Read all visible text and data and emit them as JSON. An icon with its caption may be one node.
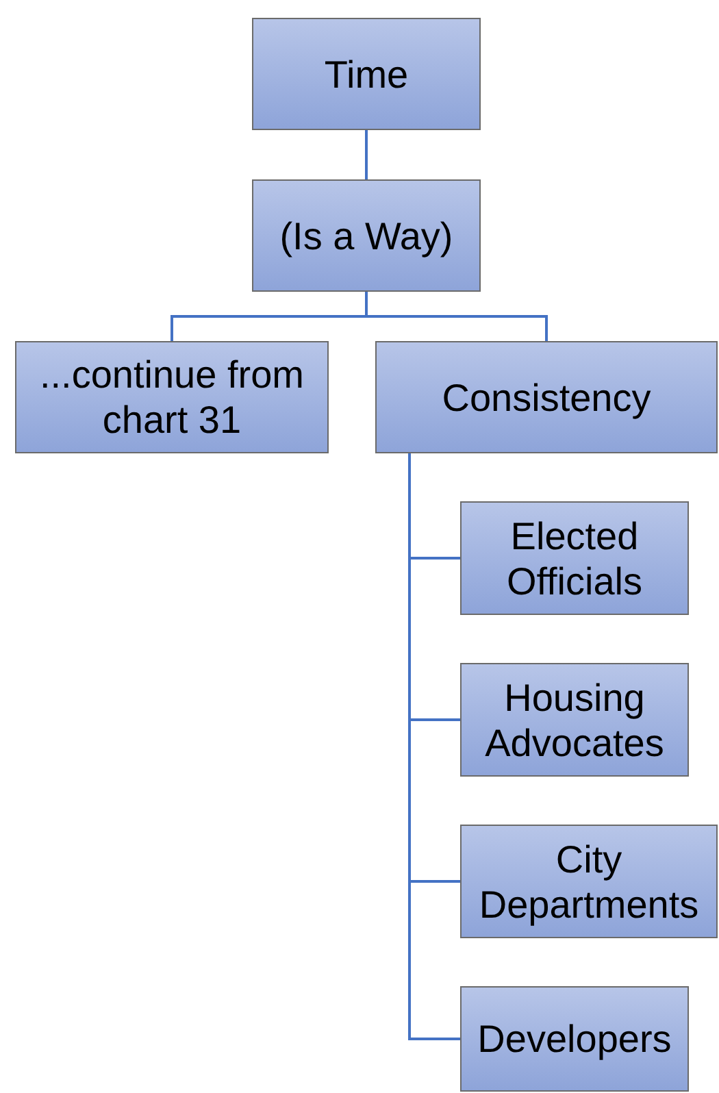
{
  "diagram": {
    "nodes": [
      {
        "text": [
          "Time"
        ]
      },
      {
        "text": [
          "(Is a Way)"
        ]
      },
      {
        "text": [
          "...continue from chart 31"
        ]
      },
      {
        "text": [
          "Consistency"
        ]
      },
      {
        "text": [
          "Elected Officials"
        ]
      },
      {
        "text": [
          "Housing Advocates"
        ]
      },
      {
        "text": [
          "City Departments"
        ]
      },
      {
        "text": [
          "Developers"
        ]
      }
    ],
    "edges": [
      {
        "from": 0,
        "to": 1,
        "arrow": "none"
      },
      {
        "from": 1,
        "to": 2,
        "arrow": "none"
      },
      {
        "from": 1,
        "to": 3,
        "arrow": "none"
      },
      {
        "from": 3,
        "to": 4,
        "arrow": "none"
      },
      {
        "from": 3,
        "to": 5,
        "arrow": "none"
      },
      {
        "from": 3,
        "to": 6,
        "arrow": "none"
      },
      {
        "from": 3,
        "to": 7,
        "arrow": "none"
      }
    ]
  }
}
